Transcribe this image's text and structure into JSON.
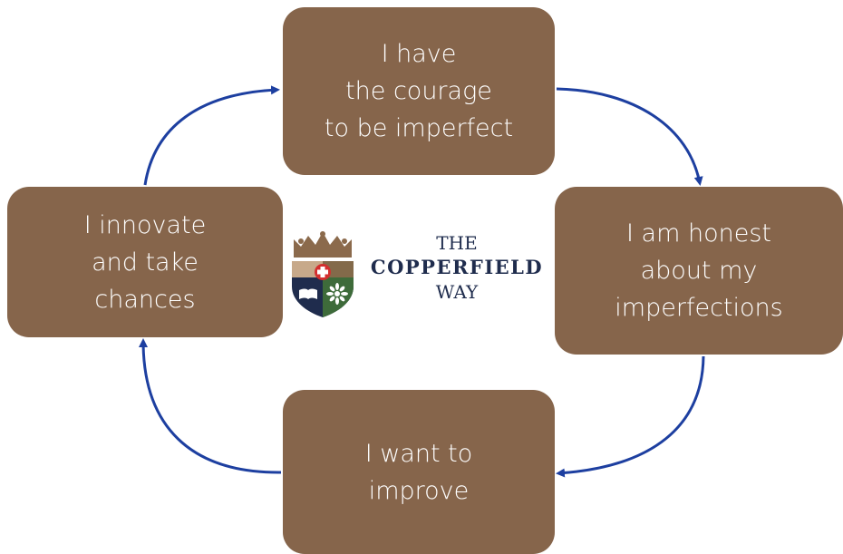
{
  "cycle": {
    "steps": [
      {
        "id": "top",
        "text": "I have\nthe courage\nto be imperfect"
      },
      {
        "id": "right",
        "text": "I am honest\nabout my\nimperfections"
      },
      {
        "id": "bottom",
        "text": "I want to\nimprove"
      },
      {
        "id": "left",
        "text": "I innovate\nand take\nchances"
      }
    ]
  },
  "logo": {
    "line1": "THE",
    "line2": "COPPERFIELD",
    "line3": "WAY"
  },
  "colors": {
    "box_fill": "#86654b",
    "box_text": "#ffffff",
    "arrow": "#1d3fa0",
    "crest_navy": "#1f2c4d",
    "crest_green": "#3e6b3a",
    "crest_gold": "#8b6a4c",
    "crest_red": "#d32f2f"
  }
}
